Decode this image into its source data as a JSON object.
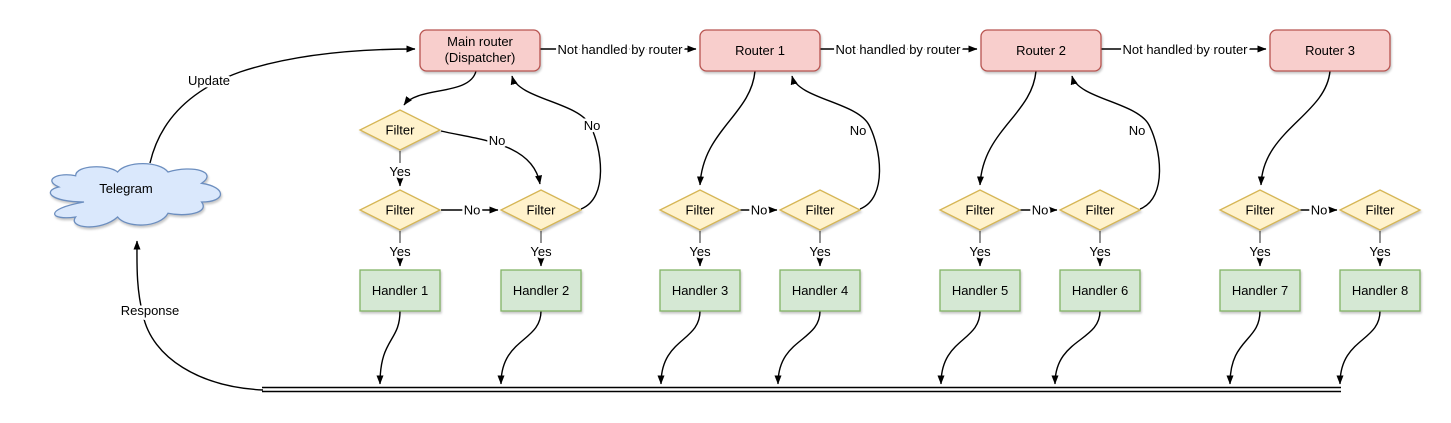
{
  "diagram": {
    "cloud": {
      "label": "Telegram"
    },
    "labels": {
      "update": "Update",
      "response": "Response",
      "not_handled": "Not handled by router",
      "yes": "Yes",
      "no": "No",
      "filter": "Filter"
    },
    "routers": [
      {
        "line1": "Main router",
        "line2": "(Dispatcher)"
      },
      {
        "line1": "Router 1",
        "line2": ""
      },
      {
        "line1": "Router 2",
        "line2": ""
      },
      {
        "line1": "Router 3",
        "line2": ""
      }
    ],
    "handlers": [
      "Handler 1",
      "Handler 2",
      "Handler 3",
      "Handler 4",
      "Handler 5",
      "Handler 6",
      "Handler 7",
      "Handler 8"
    ],
    "colors": {
      "router_fill": "#f8cecc",
      "router_stroke": "#b85450",
      "filter_fill": "#fff2cc",
      "filter_stroke": "#d6b656",
      "handler_fill": "#d5e8d4",
      "handler_stroke": "#82b366",
      "cloud_fill": "#dae8fc",
      "cloud_stroke": "#6c8ebf",
      "edge": "#000000",
      "stub": "#666666",
      "text": "#000000",
      "background": "#ffffff"
    }
  }
}
